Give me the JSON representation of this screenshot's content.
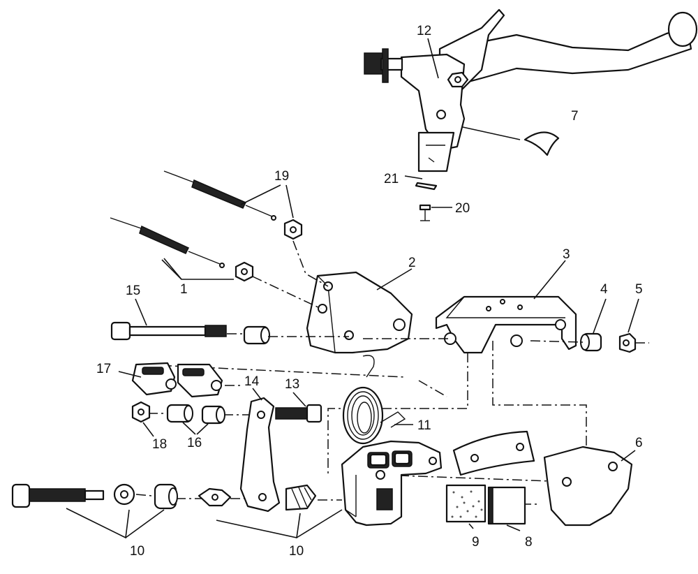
{
  "callouts": {
    "c1": "1",
    "c2": "2",
    "c3": "3",
    "c4": "4",
    "c5": "5",
    "c6": "6",
    "c7": "7",
    "c8": "8",
    "c9": "9",
    "c10a": "10",
    "c10b": "10",
    "c11": "11",
    "c12": "12",
    "c13": "13",
    "c14": "14",
    "c15": "15",
    "c16": "16",
    "c17": "17",
    "c18": "18",
    "c19": "19",
    "c20": "20",
    "c21": "21"
  },
  "colors": {
    "ink": "#111111",
    "paper": "#ffffff"
  }
}
